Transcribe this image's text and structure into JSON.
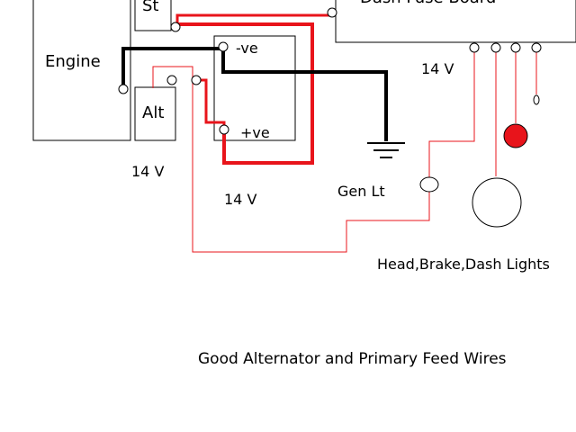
{
  "labels": {
    "engine": "Engine",
    "alt": "Alt",
    "starter": "St",
    "dash_fuse_board": "Dash Fuse Board",
    "neg": "-ve",
    "pos": "+ve",
    "volt_engine": "14 V",
    "volt_battery": "14 V",
    "volt_fuse": "14 V",
    "gen_lt": "Gen Lt",
    "lights": "Head,Brake,Dash Lights",
    "caption": "Good Alternator and Primary Feed Wires"
  },
  "colors": {
    "wire_feed": "#e8141b",
    "wire_thin": "#e8141b",
    "wire_ground": "#000000",
    "lamp_red": "#e8141b"
  }
}
